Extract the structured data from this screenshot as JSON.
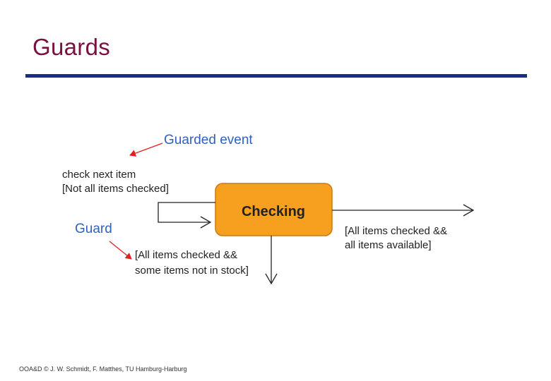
{
  "slide": {
    "title": "Guards",
    "footer": "OOA&D © J. W. Schmidt, F. Matthes, TU Hamburg-Harburg"
  },
  "diagram": {
    "state_name": "Checking",
    "self_transition": {
      "event": "check next item",
      "guard": "[Not all items checked]"
    },
    "transition_right": {
      "guard_line1": "[All items checked &&",
      "guard_line2": "all items available]"
    },
    "transition_down": {
      "guard_line1": "[All items checked &&",
      "guard_line2": "some items not in stock]"
    },
    "annotations": {
      "guarded_event": "Guarded event",
      "guard": "Guard"
    }
  },
  "colors": {
    "title": "#7a1040",
    "rule": "#1c2a8a",
    "state_fill": "#f7a020",
    "state_border": "#c87a10",
    "annotation": "#3060c0",
    "annotation_arrow": "#e02020"
  }
}
